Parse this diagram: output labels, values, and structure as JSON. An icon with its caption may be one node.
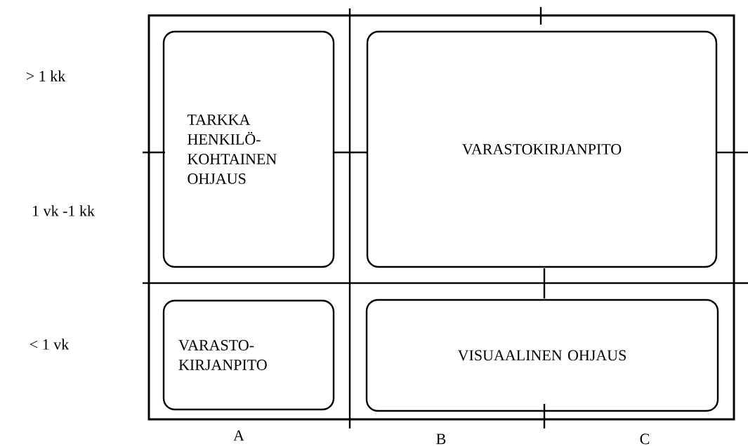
{
  "diagram": {
    "nodes": [
      {
        "text": [
          "TARKKA HENKILÖ- KOHTAINEN OHJAUS"
        ]
      },
      {
        "text": [
          "VARASTOKIRJANPITO"
        ]
      },
      {
        "text": [
          "VARASTO- KIRJANPITO"
        ]
      },
      {
        "text": [
          "VISUAALINEN OHJAUS"
        ]
      }
    ],
    "labels": [
      "> 1 kk",
      "1 vk -1 kk",
      "< 1 vk",
      "A",
      "B",
      "C"
    ]
  }
}
